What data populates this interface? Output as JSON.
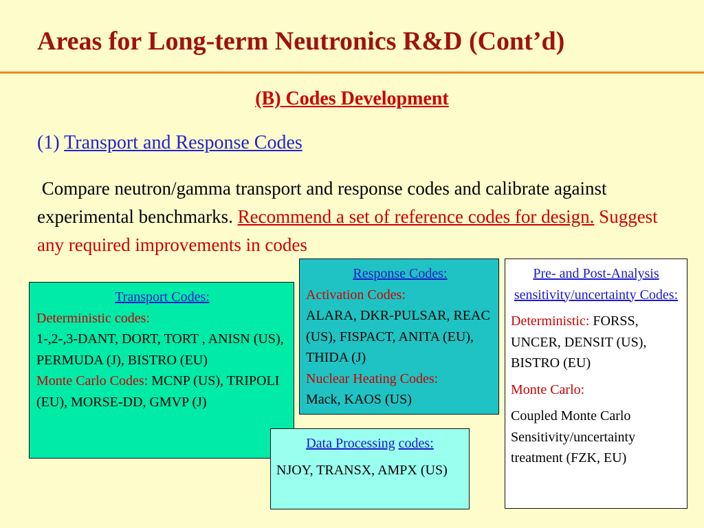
{
  "slide": {
    "title": "Areas for Long-term Neutronics R&D (Cont’d)",
    "section": "(B) Codes Development",
    "sub_num": "(1) ",
    "sub_link": "Transport and Response Codes",
    "para_intro": "Compare neutron/gamma transport and response codes and calibrate against experimental benchmarks. ",
    "para_recommend": "Recommend a set of reference codes for design.",
    "para_suggest": " Suggest any required improvements in codes"
  },
  "transport_box": {
    "heading": "Transport Codes:",
    "det_label": "Deterministic codes:",
    "det_text": "1-,2-,3-DANT, DORT, TORT , ANISN (US), PERMUDA (J), BISTRO (EU)",
    "mc_label": "Monte Carlo Codes:",
    "mc_text": " MCNP (US), TRIPOLI (EU), MORSE-DD, GMVP (J)"
  },
  "response_box": {
    "heading": "Response Codes:",
    "act_label": "Activation Codes:",
    "act_text": "ALARA, DKR-PULSAR, REAC (US), FISPACT, ANITA (EU), THIDA (J)",
    "nh_label": "Nuclear Heating Codes:",
    "nh_text": "Mack, KAOS (US)"
  },
  "analysis_box": {
    "heading": "Pre- and Post-Analysis sensitivity/uncertainty Codes:",
    "det_label": "Deterministic:",
    "det_text": " FORSS, UNCER, DENSIT (US), BISTRO (EU)",
    "mc_label": "Monte Carlo:",
    "mc_text": "Coupled Monte Carlo Sensitivity/uncertainty treatment (FZK, EU)"
  },
  "data_box": {
    "heading_a": "Data Processing",
    "heading_b": "codes:",
    "text": "NJOY, TRANSX, AMPX (US)"
  }
}
